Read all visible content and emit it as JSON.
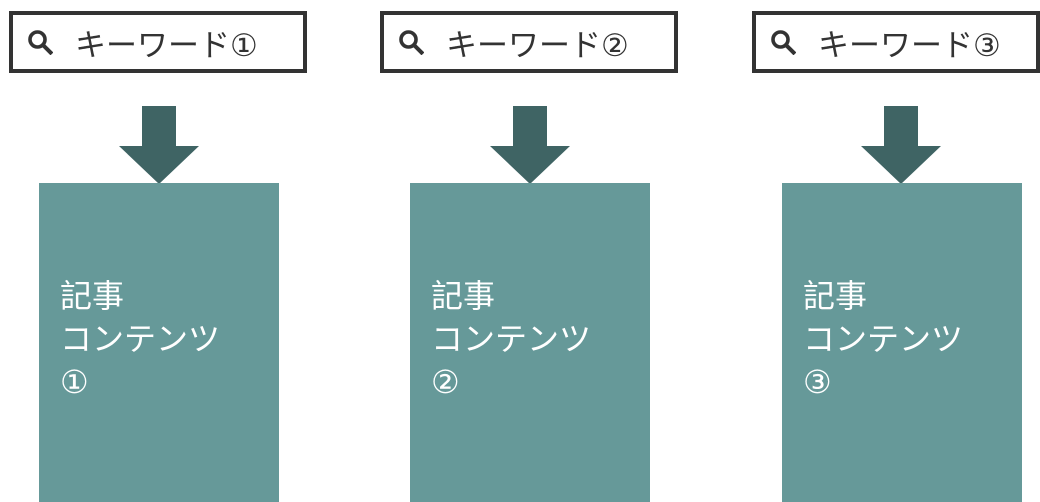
{
  "colors": {
    "box_border": "#333333",
    "arrow": "#3f6464",
    "content_fill": "#669999",
    "content_text": "#ffffff",
    "background": "#ffffff"
  },
  "columns": [
    {
      "keyword": "キーワード①",
      "search_icon": "search-icon",
      "content_lines": [
        "記事",
        "コンテンツ",
        "①"
      ]
    },
    {
      "keyword": "キーワード②",
      "search_icon": "search-icon",
      "content_lines": [
        "記事",
        "コンテンツ",
        "②"
      ]
    },
    {
      "keyword": "キーワード③",
      "search_icon": "search-icon",
      "content_lines": [
        "記事",
        "コンテンツ",
        "③"
      ]
    }
  ]
}
